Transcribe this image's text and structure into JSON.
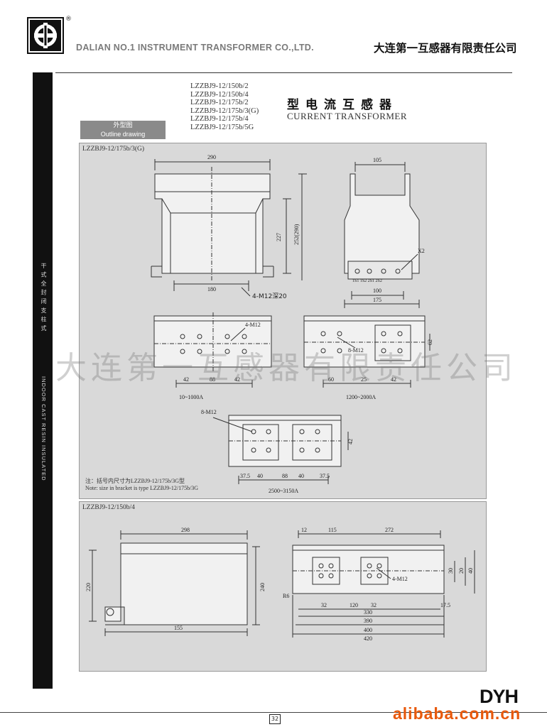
{
  "header": {
    "registered_mark": "®",
    "company_en": "DALIAN NO.1 INSTRUMENT TRANSFORMER CO.,LTD.",
    "company_cn": "大连第一互感器有限责任公司"
  },
  "sidebar": {
    "text_cn": "干 式 全 封 闭 支 柱 式",
    "text_en": "INDOOR CAST RESIN INSULATED"
  },
  "models": [
    "LZZBJ9-12/150b/2",
    "LZZBJ9-12/150b/4",
    "LZZBJ9-12/175b/2",
    "LZZBJ9-12/175b/3(G)",
    "LZZBJ9-12/175b/4",
    "LZZBJ9-12/175b/5G"
  ],
  "title": {
    "cn": "型电流互感器",
    "en": "CURRENT TRANSFORMER"
  },
  "tab": {
    "cn": "外型图",
    "en": "Outline drawing"
  },
  "panel1": {
    "label": "LZZBJ9-12/175b/3(G)",
    "dims": {
      "front_width": "290",
      "front_h1": "227",
      "front_h2": "252(290)",
      "front_base": "180",
      "front_holes": "4-M12深20",
      "side_top": "105",
      "side_x2": "X2",
      "side_100": "100",
      "side_175": "175",
      "terminals": "1S1  1S2  2S1  2S2",
      "v1_m12": "4-M12",
      "v1_88": "88",
      "v1_42a": "42",
      "v1_42b": "42",
      "v1_range": "10~1000A",
      "v2_m12": "8-M12",
      "v2_60": "60",
      "v2_25": "25",
      "v2_42": "42",
      "v2_62": "62",
      "v2_range": "1200~2000A",
      "v3_m12": "8-M12",
      "v3_37a": "37.5",
      "v3_40a": "40",
      "v3_88": "88",
      "v3_40b": "40",
      "v3_37b": "37.5",
      "v3_42": "42",
      "v3_range": "2500~3150A"
    },
    "note_cn": "注：括号内尺寸为LZZBJ9-12/175b/3G型",
    "note_en": "Note: size in bracket is type LZZBJ9-12/175b/3G"
  },
  "panel2": {
    "label": "LZZBJ9-12/150b/4",
    "dims": {
      "top_width": "298",
      "left_h": "220",
      "right_h": "240",
      "base": "155",
      "d12": "12",
      "d115": "115",
      "d272": "272",
      "d30": "30",
      "d20": "20",
      "d40": "40",
      "m12": "4-M12",
      "r6": "R6",
      "d32a": "32",
      "d120": "120",
      "d32b": "32",
      "d17": "17.5",
      "d330": "330",
      "d390": "390",
      "d400": "400",
      "d420": "420"
    }
  },
  "watermark": "大连第一互感器有限责任公司",
  "footer": {
    "page_number": "32",
    "brand": "DYH",
    "site": "alibaba.com.cn"
  }
}
